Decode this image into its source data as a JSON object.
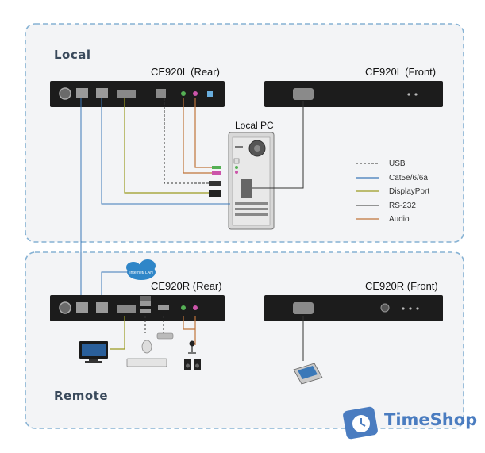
{
  "sections": {
    "local": {
      "label": "Local"
    },
    "remote": {
      "label": "Remote"
    }
  },
  "devices": {
    "local_rear": {
      "title": "CE920L (Rear)"
    },
    "local_front": {
      "title": "CE920L (Front)"
    },
    "remote_rear": {
      "title": "CE920R (Rear)"
    },
    "remote_front": {
      "title": "CE920R (Front)"
    },
    "local_pc": {
      "title": "Local PC"
    },
    "lan_cloud": {
      "label": "Internet/ LAN"
    }
  },
  "legend": [
    {
      "label": "USB",
      "color": "#333333",
      "style": "dashed"
    },
    {
      "label": "Cat5e/6/6a",
      "color": "#3b78b8",
      "style": "solid"
    },
    {
      "label": "DisplayPort",
      "color": "#9a9a20",
      "style": "solid"
    },
    {
      "label": "RS-232",
      "color": "#333333",
      "style": "solid"
    },
    {
      "label": "Audio",
      "color": "#c0743a",
      "style": "solid"
    }
  ],
  "watermark": {
    "text": "TimeShop",
    "color": "#4a7cc0"
  }
}
